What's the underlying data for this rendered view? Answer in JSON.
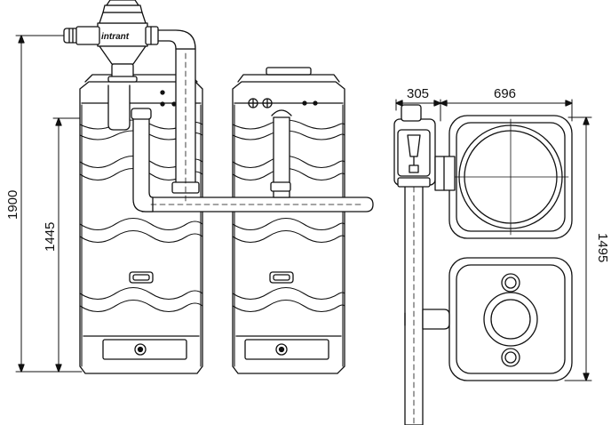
{
  "brand": {
    "logo_text": "intrant"
  },
  "dimensions": {
    "total_height": "1900",
    "tank_height": "1445",
    "pipe_offset": "305",
    "tank_width": "696",
    "pair_depth": "1495"
  },
  "colors": {
    "line": "#111111",
    "background": "#ffffff"
  }
}
